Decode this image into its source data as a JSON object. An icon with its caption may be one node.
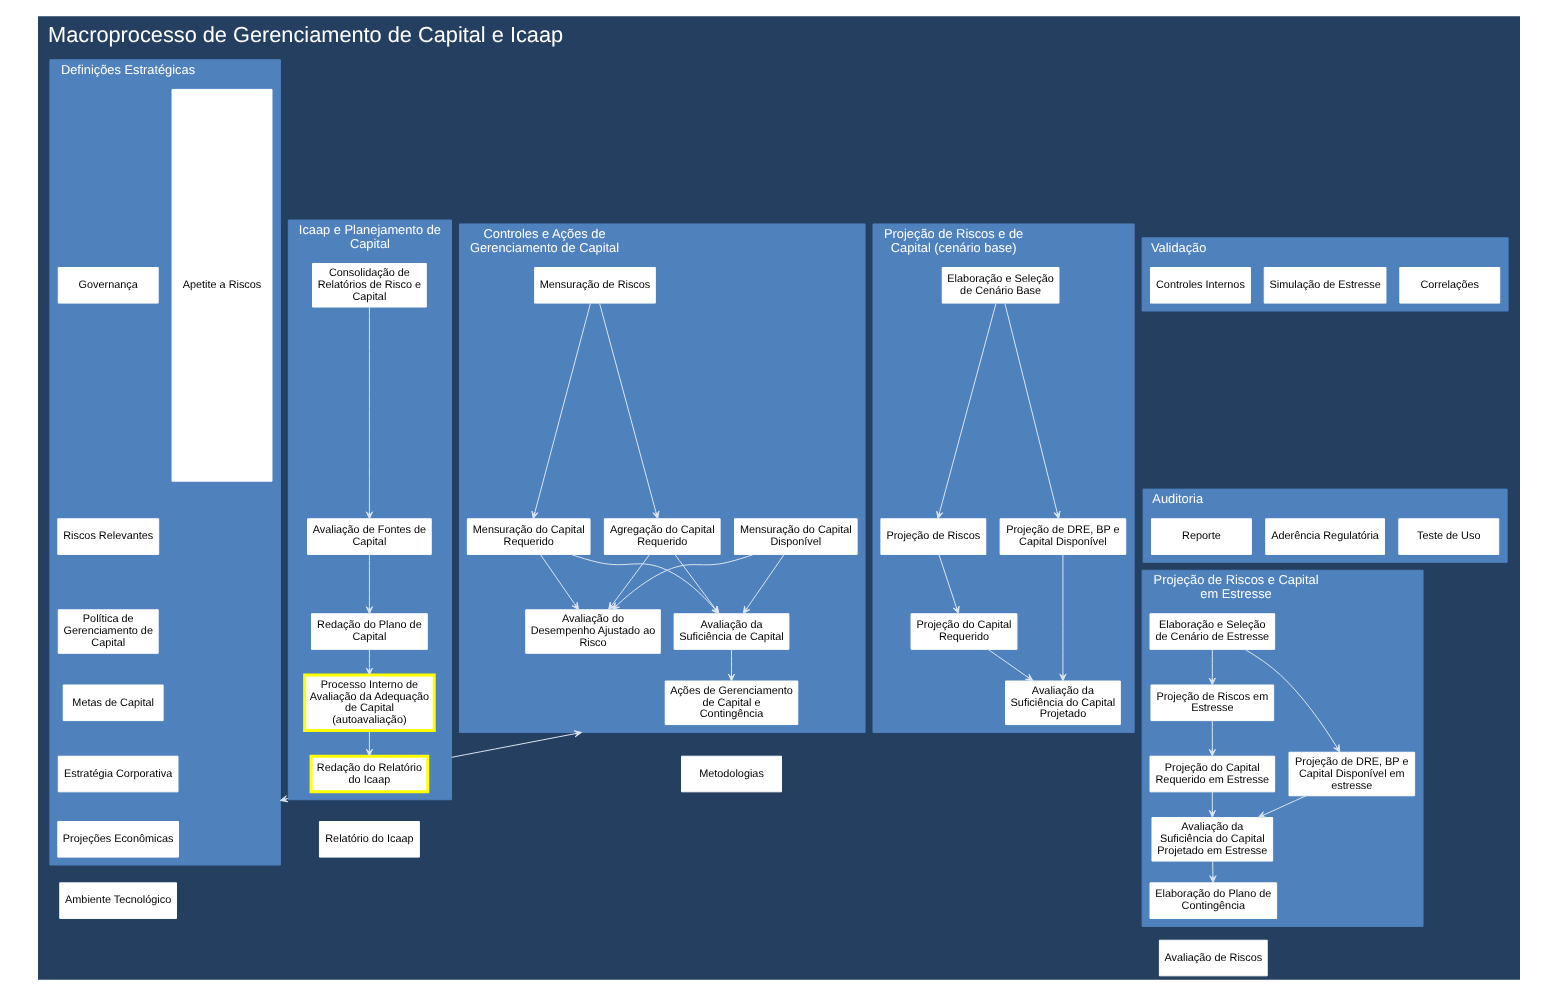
{
  "diagram": {
    "title": "Macroprocesso de Gerenciamento de Capital e Icaap",
    "nodes": [
      {
        "text": [
          "Definições Estratégicas"
        ]
      },
      {
        "text": [
          "Apetite a Riscos"
        ],
        "in": 0
      },
      {
        "text": [
          "Governança"
        ],
        "in": 0
      },
      {
        "text": [
          "Riscos Relevantes"
        ],
        "in": 0
      },
      {
        "text": [
          "Política de Gerenciamento de Capital"
        ],
        "in": 0
      },
      {
        "text": [
          "Metas de Capital"
        ],
        "in": 0
      },
      {
        "text": [
          "Estratégia Corporativa"
        ],
        "in": 0
      },
      {
        "text": [
          "Projeções Econômicas"
        ],
        "in": 0
      },
      {
        "text": [
          "Controles e Ações de Gerenciamento de Capital"
        ]
      },
      {
        "text": [
          "Mensuração de Riscos"
        ],
        "in": 8
      },
      {
        "text": [
          "Mensuração do Capital Requerido"
        ],
        "in": 8
      },
      {
        "text": [
          "Agregação do Capital Requerido"
        ],
        "in": 8
      },
      {
        "text": [
          "Mensuração do Capital Disponível"
        ],
        "in": 8
      },
      {
        "text": [
          "Avaliação do Desempenho Ajustado ao Risco"
        ],
        "in": 8
      },
      {
        "text": [
          "Avaliação da Suficiência de Capital"
        ],
        "in": 8
      },
      {
        "text": [
          "Ações de Gerenciamento de Capital e Contingência"
        ],
        "in": 8
      },
      {
        "text": [
          "Projeção de Riscos e de Capital (cenário base)"
        ]
      },
      {
        "text": [
          "Elaboração e Seleção de Cenário Base"
        ],
        "in": 16
      },
      {
        "text": [
          "Projeção de Riscos"
        ],
        "in": 16
      },
      {
        "text": [
          "Projeção do Capital Requerido"
        ],
        "in": 16
      },
      {
        "text": [
          "Projeção de DRE, BP e Capital Disponível"
        ],
        "in": 16
      },
      {
        "text": [
          "Avaliação da Suficiência do Capital Projetado"
        ],
        "in": 16
      },
      {
        "text": [
          "Projeção de Riscos e Capital em Estresse"
        ]
      },
      {
        "text": [
          "Elaboração e Seleção de Cenário de Estresse"
        ],
        "in": 22
      },
      {
        "text": [
          "Projeção de Riscos em Estresse"
        ],
        "in": 22
      },
      {
        "text": [
          "Projeção do Capital Requerido em Estresse"
        ],
        "in": 22
      },
      {
        "text": [
          "Projeção de DRE, BP e Capital Disponível em estresse"
        ],
        "in": 22
      },
      {
        "text": [
          "Avaliação da Suficiência do Capital Projetado em Estresse"
        ],
        "in": 22
      },
      {
        "text": [
          "Elaboração do Plano de Contingência"
        ],
        "in": 22
      },
      {
        "text": [
          "Icaap e Planejamento de Capital"
        ]
      },
      {
        "text": [
          "Consolidação de Relatórios de Risco e Capital"
        ],
        "in": 29
      },
      {
        "text": [
          "Avaliação de Fontes de Capital"
        ],
        "in": 29
      },
      {
        "text": [
          "Redação do Plano de Capital"
        ],
        "in": 29
      },
      {
        "text": [
          "Processo Interno de Avaliação da Adequação de Capital (autoavaliação)"
        ],
        "in": 29
      },
      {
        "text": [
          "Redação do Relatório do Icaap"
        ],
        "in": 29
      },
      {
        "text": [
          "Validação"
        ]
      },
      {
        "text": [
          "Auditoria"
        ]
      },
      {
        "text": [
          "Ambiente Tecnológico"
        ]
      },
      {
        "text": [
          "Metodologias"
        ]
      },
      {
        "text": [
          "Avaliação de Riscos"
        ]
      },
      {
        "text": [
          "Correlações"
        ],
        "in": 35
      },
      {
        "text": [
          "Teste de Uso"
        ],
        "in": 36
      },
      {
        "text": [
          "Simulação de Estresse"
        ],
        "in": 35
      },
      {
        "text": [
          "Aderência Regulatória"
        ],
        "in": 36
      },
      {
        "text": [
          "Relatório do Icaap"
        ]
      },
      {
        "text": [
          "Controles Internos"
        ],
        "in": 35
      },
      {
        "text": [
          "Reporte"
        ],
        "in": 36
      }
    ],
    "edges": [
      {
        "from": 9,
        "to": 10,
        "arrow": "to"
      },
      {
        "from": 9,
        "to": 11,
        "arrow": "to"
      },
      {
        "from": 10,
        "to": 13,
        "arrow": "to"
      },
      {
        "from": 10,
        "to": 14,
        "arrow": "to"
      },
      {
        "from": 11,
        "to": 13,
        "arrow": "to"
      },
      {
        "from": 11,
        "to": 14,
        "arrow": "to"
      },
      {
        "from": 12,
        "to": 13,
        "arrow": "to"
      },
      {
        "from": 12,
        "to": 14,
        "arrow": "to"
      },
      {
        "from": 14,
        "to": 15,
        "arrow": "to"
      },
      {
        "from": 17,
        "to": 18,
        "arrow": "to"
      },
      {
        "from": 17,
        "to": 20,
        "arrow": "to"
      },
      {
        "from": 18,
        "to": 19,
        "arrow": "to"
      },
      {
        "from": 19,
        "to": 21,
        "arrow": "to"
      },
      {
        "from": 20,
        "to": 21,
        "arrow": "to"
      },
      {
        "from": 23,
        "to": 24,
        "arrow": "to"
      },
      {
        "from": 23,
        "to": 26,
        "arrow": "to"
      },
      {
        "from": 24,
        "to": 25,
        "arrow": "to"
      },
      {
        "from": 25,
        "to": 27,
        "arrow": "to"
      },
      {
        "from": 26,
        "to": 27,
        "arrow": "to"
      },
      {
        "from": 27,
        "to": 28,
        "arrow": "to"
      },
      {
        "from": 30,
        "to": 31,
        "arrow": "to"
      },
      {
        "from": 31,
        "to": 32,
        "arrow": "to"
      },
      {
        "from": 32,
        "to": 33,
        "arrow": "to"
      },
      {
        "from": 33,
        "to": 34,
        "arrow": "to"
      },
      {
        "from": 29,
        "to": 0,
        "arrow": "to"
      },
      {
        "from": 29,
        "to": 8,
        "arrow": "to"
      }
    ]
  }
}
